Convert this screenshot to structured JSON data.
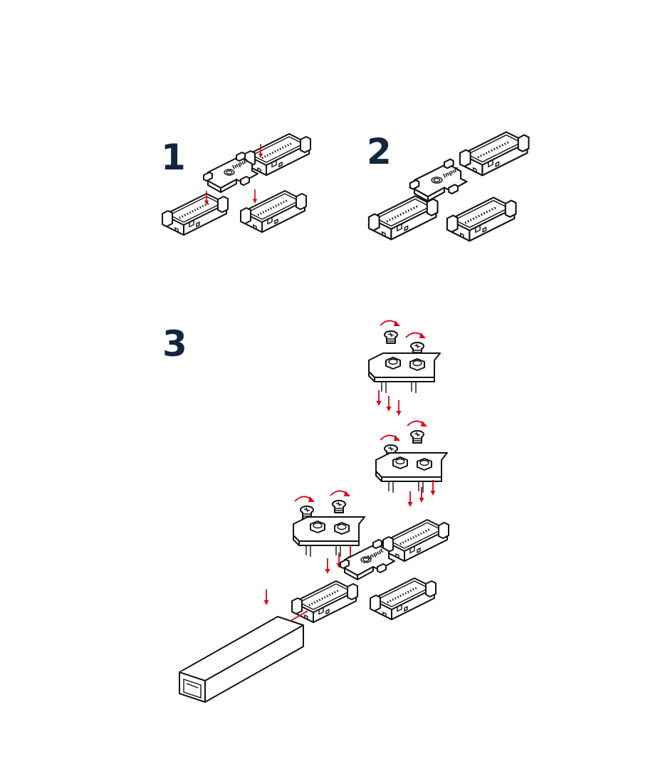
{
  "steps": [
    {
      "number": "1"
    },
    {
      "number": "2"
    },
    {
      "number": "3"
    }
  ],
  "connector_label": "Input",
  "colors": {
    "step_number": "#12263f",
    "arrow": "#e10012",
    "line_art": "#111111",
    "background": "#ffffff"
  },
  "icons": [
    "connector-icon",
    "screw-icon",
    "clamp-plate-icon",
    "led-profile-icon",
    "arrow-icon"
  ]
}
